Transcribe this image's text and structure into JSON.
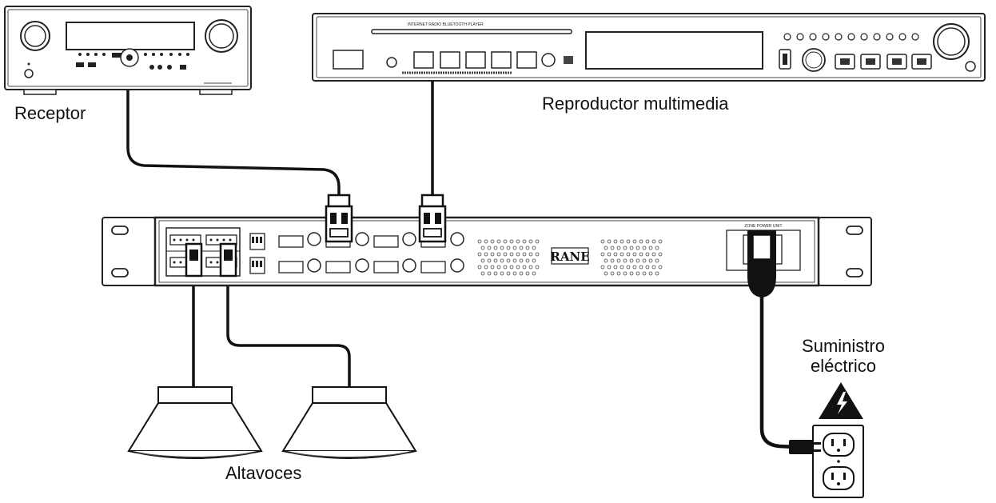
{
  "labels": {
    "receiver": "Receptor",
    "media_player": "Reproductor multimedia",
    "speakers": "Altavoces",
    "power_line1": "Suministro",
    "power_line2": "eléctrico"
  },
  "devices": {
    "mixer_brand": "RANE",
    "zone_power_text": "ZONE POWER UNIT",
    "player_model_text": "INTERNET RADIO BLUETOOTH PLAYER"
  },
  "icons": {
    "power_warning": "high-voltage-warning-icon",
    "outlet": "power-outlet-icon"
  }
}
